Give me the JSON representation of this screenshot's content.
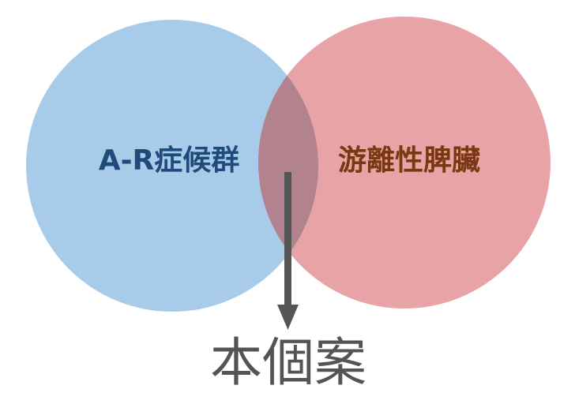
{
  "diagram": {
    "type": "venn",
    "sets": [
      {
        "label": "A-R症候群",
        "fill": "#a7cbe8",
        "text_color": "#1f4a79"
      },
      {
        "label": "游離性脾臟",
        "fill": "#e8a3a6",
        "text_color": "#7a3812"
      }
    ],
    "overlap_fill": "#b2828f",
    "pointer_color": "#555555",
    "result": {
      "label": "本個案",
      "color": "#545454"
    }
  }
}
